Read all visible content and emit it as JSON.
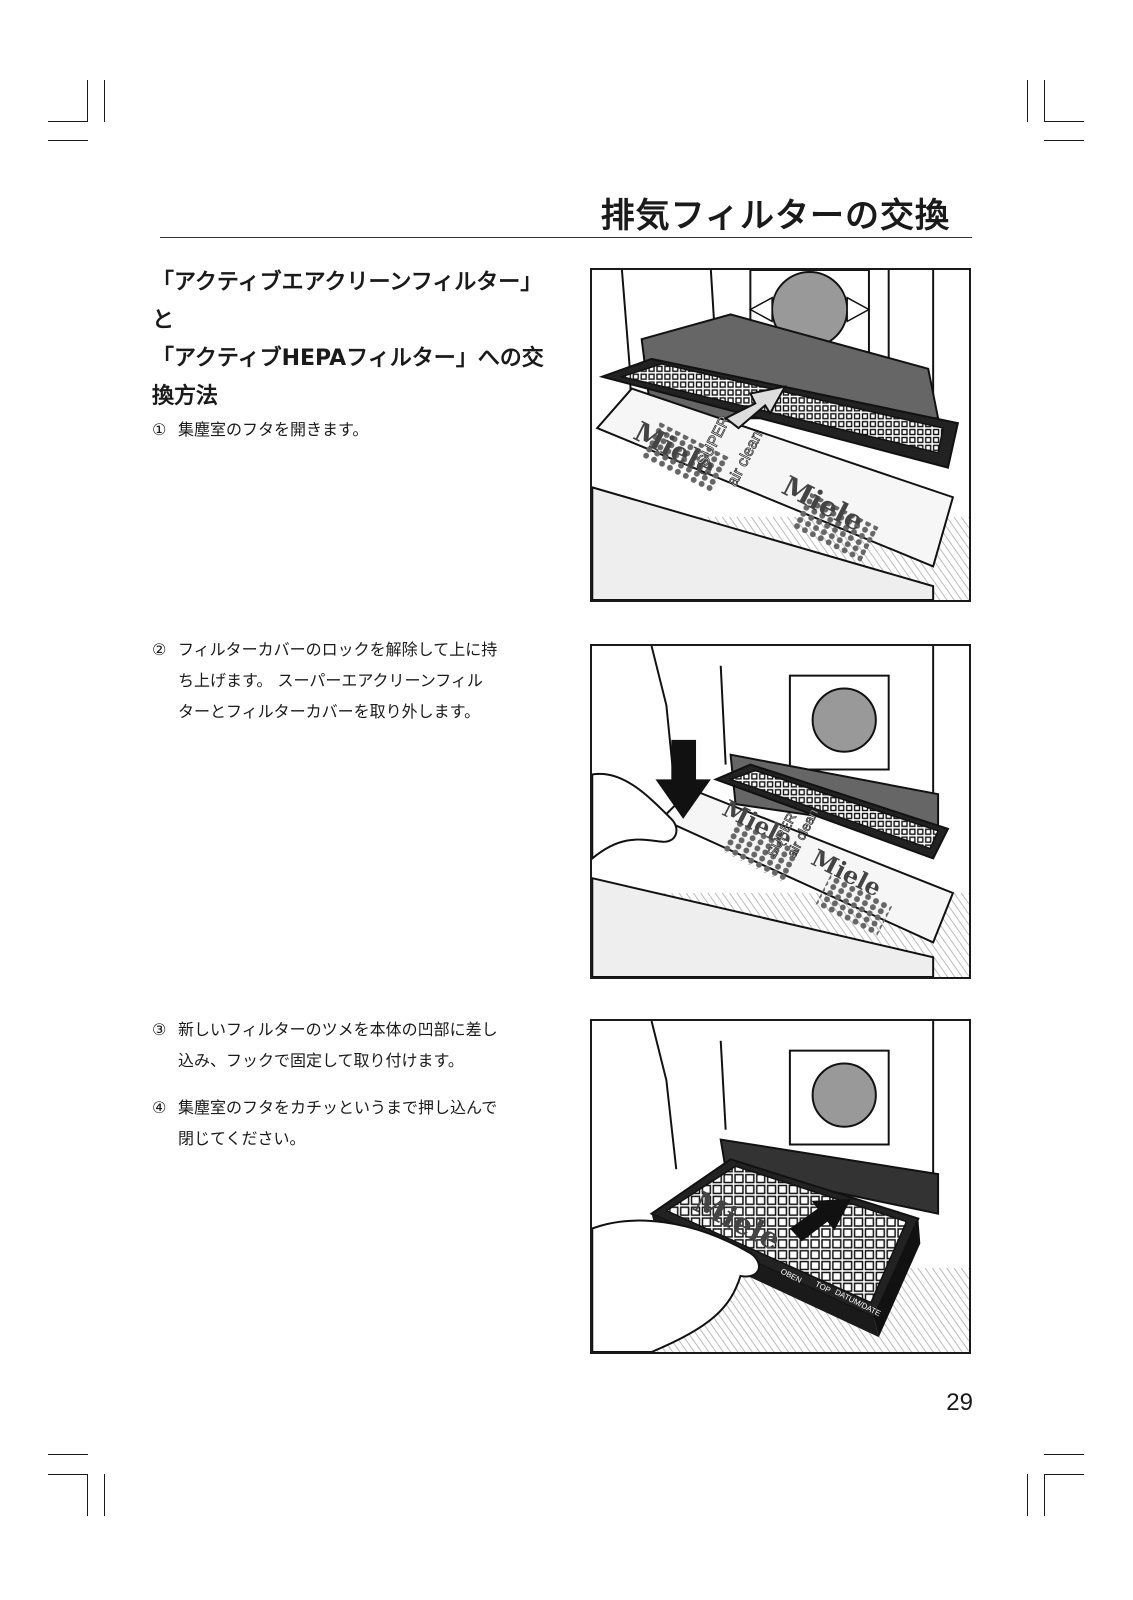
{
  "header": {
    "title": "排気フィルターの交換"
  },
  "section": {
    "heading_lines": [
      "「アクティブエアクリーンフィルター」と",
      "「アクティブHEPAフィルター」への交",
      "換方法"
    ]
  },
  "steps": [
    {
      "number": "①",
      "lines": [
        "集塵室のフタを開きます。"
      ]
    },
    {
      "number": "②",
      "lines": [
        "フィルターカバーのロックを解除して上に持",
        "ち上げます。 スーパーエアクリーンフィル",
        "ターとフィルターカバーを取り外します。"
      ]
    },
    {
      "number": "③",
      "lines": [
        "新しいフィルターのツメを本体の凹部に差し",
        "込み、フックで固定して取り付けます。"
      ]
    },
    {
      "number": "④",
      "lines": [
        "集塵室のフタをカチッというまで押し込んで",
        "閉じてください。"
      ]
    }
  ],
  "figures": {
    "fig1": {
      "logo_top": "Miele",
      "logo_bottom": "Miele",
      "super": "SUPER",
      "air": "air clean",
      "icon": "filter-lift-arrow-icon"
    },
    "fig2": {
      "logo_top": "Miele",
      "logo_bottom": "Miele",
      "super": "SUPER",
      "air": "air clean",
      "icon": "press-down-arrow-icon"
    },
    "fig3": {
      "logo": "Miele",
      "label_open": "OBEN",
      "label_top": "TOP",
      "label_date": "DATUM/DATE",
      "icon": "insert-arrow-icon"
    }
  },
  "footer": {
    "page_number": "29"
  }
}
